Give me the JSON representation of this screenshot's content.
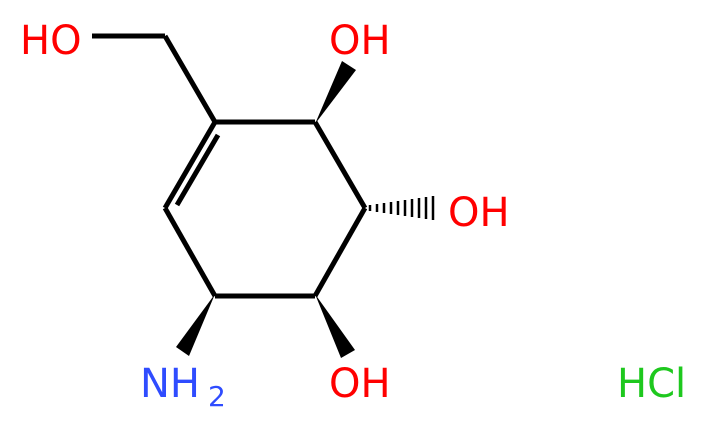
{
  "molecule": {
    "labels": {
      "hydroxymethyl": "HO",
      "oh_top": "OH",
      "oh_middle": "OH",
      "oh_bottom": "OH",
      "amine": "NH",
      "amine_subscript": "2",
      "counterion": "HCl"
    },
    "colors": {
      "bond": "#000000",
      "oxygen": "#ff0000",
      "nitrogen": "#2f4cff",
      "chlorine": "#1ec81e"
    }
  }
}
